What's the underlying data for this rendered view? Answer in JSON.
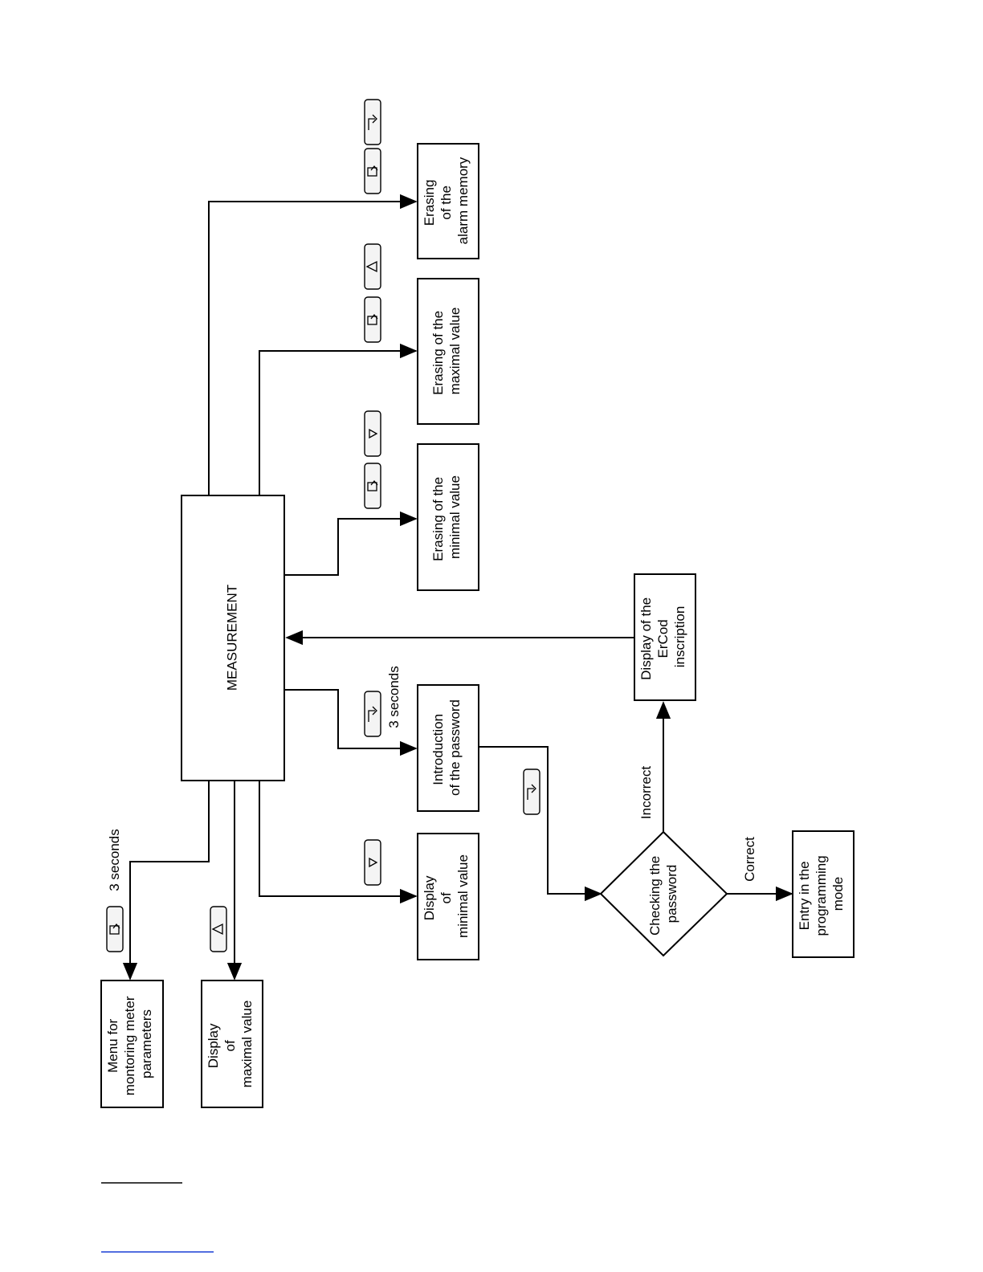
{
  "main": {
    "title": "MEASUREMENT"
  },
  "boxes": {
    "menu_monitoring": [
      "Menu for",
      "montoring meter",
      "parameters"
    ],
    "display_max": [
      "Display",
      "of",
      "maximal value"
    ],
    "display_min": [
      "Display",
      "of",
      "minimal value"
    ],
    "intro_password": [
      "Introduction",
      "of the password"
    ],
    "erase_min": [
      "Erasing of the",
      "minimal value"
    ],
    "erase_max": [
      "Erasing of the",
      "maximal value"
    ],
    "erase_alarm": [
      "Erasing",
      "of the",
      "alarm memory"
    ],
    "ercod": [
      "Display of the",
      "ErCod",
      "inscription"
    ],
    "check_password": [
      "Checking the",
      "password"
    ],
    "entry_programming": [
      "Entry in the",
      "programming",
      "mode"
    ]
  },
  "labels": {
    "seconds_menu": "3 seconds",
    "seconds_password": "3 seconds",
    "incorrect": "Incorrect",
    "correct": "Correct"
  },
  "keys": {
    "menu": "menu-key-icon",
    "enter": "enter-key-icon",
    "up": "up-arrow-key-icon",
    "down": "down-arrow-key-icon"
  }
}
